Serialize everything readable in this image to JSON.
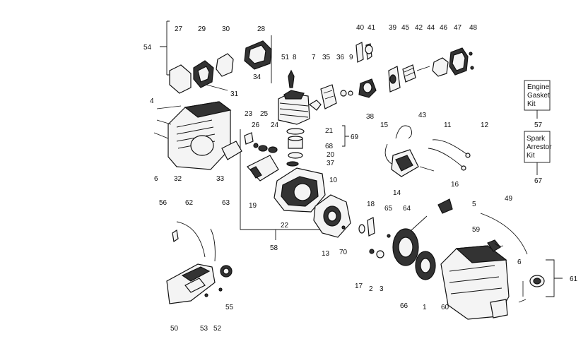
{
  "callouts": [
    {
      "id": "c54",
      "text": "54"
    },
    {
      "id": "c27",
      "text": "27"
    },
    {
      "id": "c29",
      "text": "29"
    },
    {
      "id": "c30",
      "text": "30"
    },
    {
      "id": "c28",
      "text": "28"
    },
    {
      "id": "c31",
      "text": "31"
    },
    {
      "id": "c34",
      "text": "34"
    },
    {
      "id": "c51",
      "text": "51"
    },
    {
      "id": "c8",
      "text": "8"
    },
    {
      "id": "c7",
      "text": "7"
    },
    {
      "id": "c35",
      "text": "35"
    },
    {
      "id": "c36",
      "text": "36"
    },
    {
      "id": "c9",
      "text": "9"
    },
    {
      "id": "c40",
      "text": "40"
    },
    {
      "id": "c41",
      "text": "41"
    },
    {
      "id": "c38",
      "text": "38"
    },
    {
      "id": "c39",
      "text": "39"
    },
    {
      "id": "c45",
      "text": "45"
    },
    {
      "id": "c42",
      "text": "42"
    },
    {
      "id": "c44",
      "text": "44"
    },
    {
      "id": "c46",
      "text": "46"
    },
    {
      "id": "c47",
      "text": "47"
    },
    {
      "id": "c48",
      "text": "48"
    },
    {
      "id": "c43",
      "text": "43"
    },
    {
      "id": "c4",
      "text": "4"
    },
    {
      "id": "c23",
      "text": "23"
    },
    {
      "id": "c26",
      "text": "26"
    },
    {
      "id": "c25",
      "text": "25"
    },
    {
      "id": "c24",
      "text": "24"
    },
    {
      "id": "c21",
      "text": "21"
    },
    {
      "id": "c69",
      "text": "69"
    },
    {
      "id": "c68",
      "text": "68"
    },
    {
      "id": "c20",
      "text": "20"
    },
    {
      "id": "c37",
      "text": "37"
    },
    {
      "id": "c15",
      "text": "15"
    },
    {
      "id": "c11",
      "text": "11"
    },
    {
      "id": "c12",
      "text": "12"
    },
    {
      "id": "c6a",
      "text": "6"
    },
    {
      "id": "c32",
      "text": "32"
    },
    {
      "id": "c33",
      "text": "33"
    },
    {
      "id": "c19",
      "text": "19"
    },
    {
      "id": "c10",
      "text": "10"
    },
    {
      "id": "c14",
      "text": "14"
    },
    {
      "id": "c16",
      "text": "16"
    },
    {
      "id": "c56",
      "text": "56"
    },
    {
      "id": "c62",
      "text": "62"
    },
    {
      "id": "c63",
      "text": "63"
    },
    {
      "id": "c22",
      "text": "22"
    },
    {
      "id": "c58",
      "text": "58"
    },
    {
      "id": "c18",
      "text": "18"
    },
    {
      "id": "c65",
      "text": "65"
    },
    {
      "id": "c64",
      "text": "64"
    },
    {
      "id": "c5",
      "text": "5"
    },
    {
      "id": "c49",
      "text": "49"
    },
    {
      "id": "c59",
      "text": "59"
    },
    {
      "id": "c13",
      "text": "13"
    },
    {
      "id": "c70",
      "text": "70"
    },
    {
      "id": "c17",
      "text": "17"
    },
    {
      "id": "c2",
      "text": "2"
    },
    {
      "id": "c3",
      "text": "3"
    },
    {
      "id": "c66",
      "text": "66"
    },
    {
      "id": "c1",
      "text": "1"
    },
    {
      "id": "c60",
      "text": "60"
    },
    {
      "id": "c6b",
      "text": "6"
    },
    {
      "id": "c61",
      "text": "61"
    },
    {
      "id": "c50",
      "text": "50"
    },
    {
      "id": "c53",
      "text": "53"
    },
    {
      "id": "c52",
      "text": "52"
    },
    {
      "id": "c55",
      "text": "55"
    },
    {
      "id": "c57",
      "text": "57"
    },
    {
      "id": "c67",
      "text": "67"
    }
  ],
  "kits": {
    "engine_gasket": [
      "Engine",
      "Gasket",
      "Kit"
    ],
    "spark_arrestor": [
      "Spark",
      "Arrestor",
      "Kit"
    ]
  }
}
